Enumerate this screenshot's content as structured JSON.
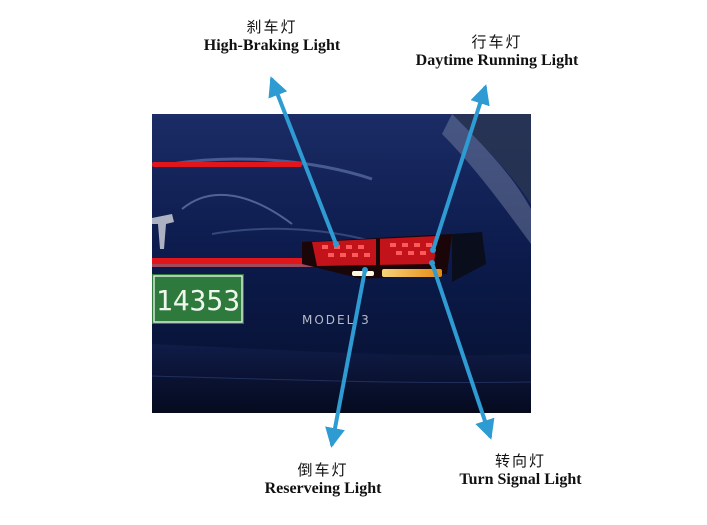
{
  "labels": {
    "high_braking": {
      "zh": "刹车灯",
      "en": "High-Braking Light"
    },
    "daytime_running": {
      "zh": "行车灯",
      "en": "Daytime Running Light"
    },
    "reversing": {
      "zh": "倒车灯",
      "en": "Reserveing Light"
    },
    "turn_signal": {
      "zh": "转向灯",
      "en": "Turn Signal Light"
    }
  },
  "photo": {
    "license_plate": "14353",
    "badge": "MODEL 3"
  },
  "colors": {
    "arrow": "#2f9bd3",
    "car_body": "#0b1a4a",
    "brake_red": "#e0161b",
    "turn_amber": "#f2a21c"
  }
}
